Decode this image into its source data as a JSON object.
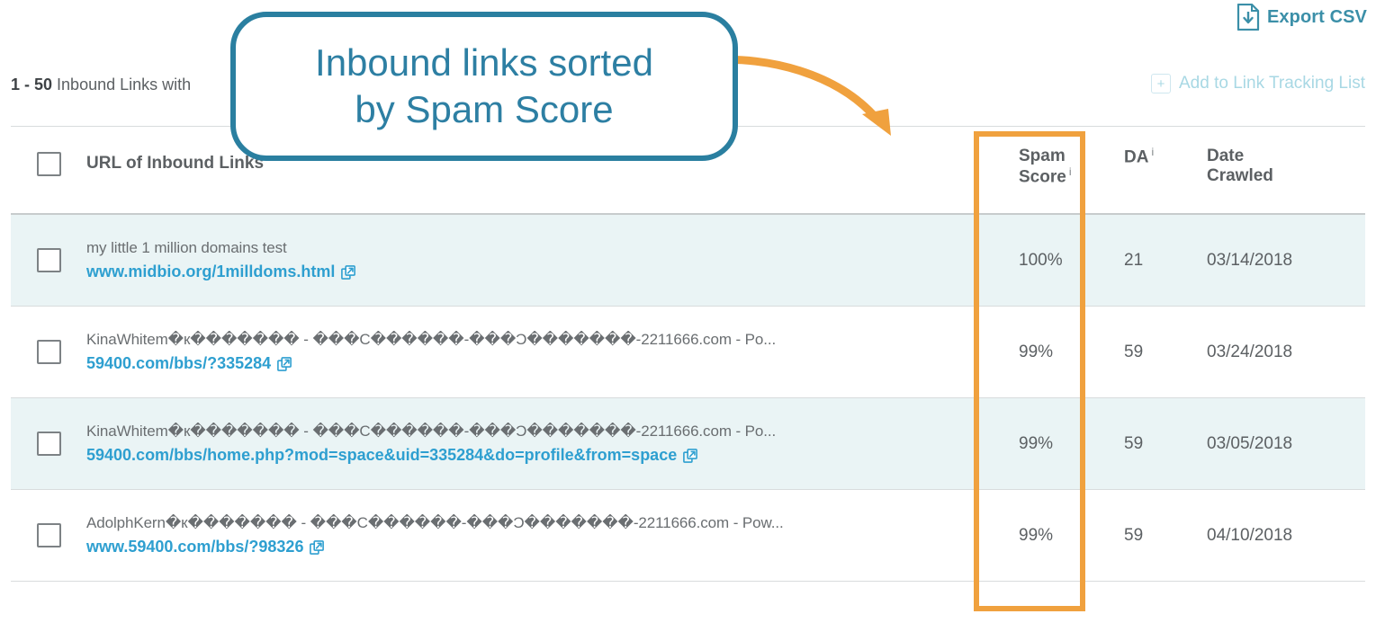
{
  "toolbar": {
    "export_csv_label": "Export CSV",
    "export_csv_icon": "download-file-icon"
  },
  "subheader": {
    "range": "1 - 50",
    "result_text": "Inbound Links with",
    "add_tracking_label": "Add to Link Tracking List",
    "add_tracking_icon": "plus-icon"
  },
  "table": {
    "columns": [
      {
        "key": "checkbox",
        "label": ""
      },
      {
        "key": "url",
        "label": "URL of Inbound Links"
      },
      {
        "key": "spam_score",
        "label_line1": "Spam",
        "label_line2": "Score",
        "info": "i"
      },
      {
        "key": "da",
        "label_line1": "DA",
        "label_line2": "",
        "info": "i"
      },
      {
        "key": "date_crawled",
        "label_line1": "Date",
        "label_line2": "Crawled"
      }
    ],
    "rows": [
      {
        "title": "my little 1 million domains test",
        "url": "www.midbio.org/1milldoms.html",
        "spam_score": "100%",
        "da": "21",
        "date_crawled": "03/14/2018"
      },
      {
        "title": "KinaWhitem�к������� - ���C������-���Ɔ�������-2211666.com - Po...",
        "url": "59400.com/bbs/?335284",
        "spam_score": "99%",
        "da": "59",
        "date_crawled": "03/24/2018"
      },
      {
        "title": "KinaWhitem�к������� - ���C������-���Ɔ�������-2211666.com - Po...",
        "url": "59400.com/bbs/home.php?mod=space&uid=335284&do=profile&from=space",
        "spam_score": "99%",
        "da": "59",
        "date_crawled": "03/05/2018"
      },
      {
        "title": "AdolphKern�к������� - ���C������-���Ɔ�������-2211666.com - Pow...",
        "url": "www.59400.com/bbs/?98326",
        "spam_score": "99%",
        "da": "59",
        "date_crawled": "04/10/2018"
      }
    ]
  },
  "annotations": {
    "callout_text": "Inbound links sorted\nby Spam Score",
    "callout_color": "#2a7fa0",
    "highlight_color": "#f0a13e",
    "arrow_color": "#f0a13e"
  },
  "colors": {
    "link_blue": "#2e9fd0",
    "stripe": "#eaf4f5",
    "text_gray": "#5c6063"
  }
}
